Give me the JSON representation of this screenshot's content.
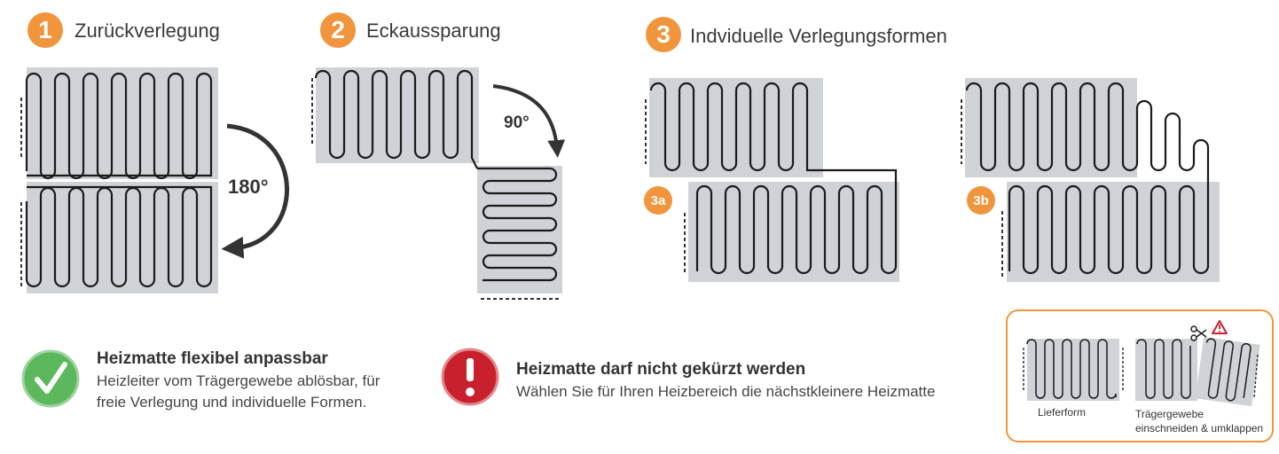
{
  "steps": [
    {
      "number": "1",
      "title": "Zurückverlegung",
      "angle": "180°"
    },
    {
      "number": "2",
      "title": "Eckaussparung",
      "angle": "90°"
    },
    {
      "number": "3",
      "title": "Indviduelle Verlegungsformen",
      "variants": [
        {
          "label": "3a"
        },
        {
          "label": "3b"
        }
      ]
    }
  ],
  "notes": [
    {
      "icon": "check-icon",
      "color": "#5cb85c",
      "title": "Heizmatte flexibel anpassbar",
      "lines": [
        "Heizleiter vom Trägergewebe ablösbar, für",
        "freie Verlegung und individuelle Formen."
      ]
    },
    {
      "icon": "exclamation-icon",
      "color": "#c8202c",
      "title": "Heizmatte darf nicht gekürzt werden",
      "lines": [
        "Wählen Sie für Ihren Heizbereich die nächstkleinere Heizmatte"
      ]
    }
  ],
  "inset": {
    "delivery_label": "Lieferform",
    "cut_label_lines": [
      "Trägergewebe",
      "einschneiden & umklappen"
    ]
  },
  "colors": {
    "accent": "#f0953c",
    "mat": "#cfd2d6",
    "wire": "#1a1a1a"
  }
}
